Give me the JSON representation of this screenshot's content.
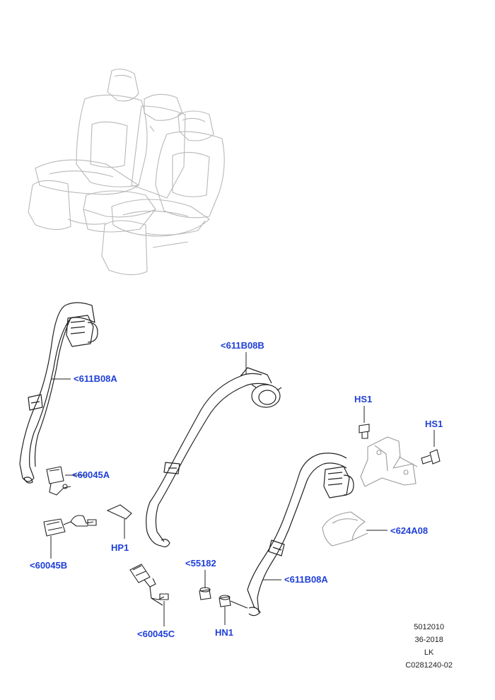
{
  "callouts": {
    "belt_left": "<611B08A",
    "belt_center": "<611B08B",
    "belt_right": "<611B08A",
    "buckle_a": "<60045A",
    "buckle_b": "<60045B",
    "buckle_c": "<60045C",
    "hp1": "HP1",
    "hs1_upper": "HS1",
    "hs1_right": "HS1",
    "cover": "<624A08",
    "part_55182": "<55182",
    "hn1": "HN1"
  },
  "footer": {
    "line1": "5012010",
    "line2": "36-2018",
    "line3": "LK",
    "line4": "C0281240-02"
  },
  "colors": {
    "callout_text": "#1f3fd8",
    "line_art": "#222222",
    "seat_outline": "#b8b8b8"
  }
}
